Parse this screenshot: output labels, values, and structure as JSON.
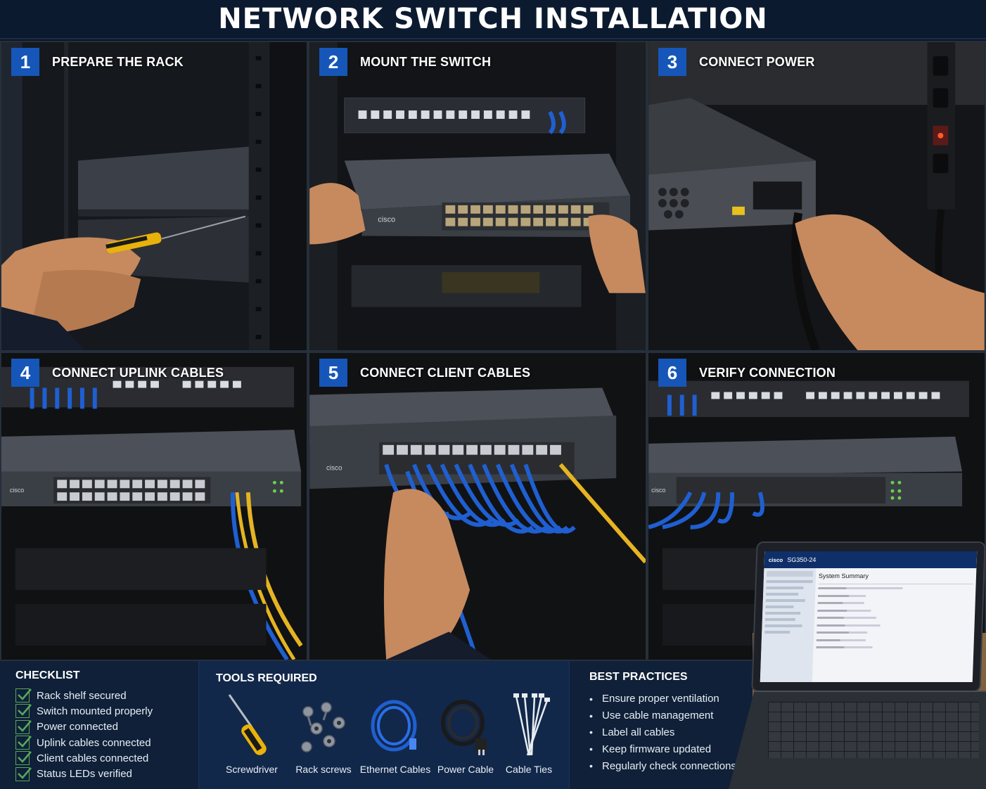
{
  "title": "NETWORK SWITCH INSTALLATION",
  "steps": [
    {
      "num": "1",
      "title": "PREPARE THE RACK"
    },
    {
      "num": "2",
      "title": "MOUNT THE SWITCH"
    },
    {
      "num": "3",
      "title": "CONNECT POWER"
    },
    {
      "num": "4",
      "title": "CONNECT UPLINK CABLES"
    },
    {
      "num": "5",
      "title": "CONNECT CLIENT CABLES"
    },
    {
      "num": "6",
      "title": "VERIFY CONNECTION"
    }
  ],
  "brand": "cisco",
  "checklist": {
    "title": "CHECKLIST",
    "items": [
      "Rack shelf secured",
      "Switch mounted properly",
      "Power connected",
      "Uplink cables connected",
      "Client cables connected",
      "Status LEDs verified"
    ]
  },
  "tools": {
    "title": "TOOLS REQUIRED",
    "items": [
      {
        "label": "Screwdriver",
        "icon": "screwdriver-icon"
      },
      {
        "label": "Rack screws",
        "icon": "rack-screws-icon"
      },
      {
        "label": "Ethernet Cables",
        "icon": "ethernet-cable-icon"
      },
      {
        "label": "Power Cable",
        "icon": "power-cable-icon"
      },
      {
        "label": "Cable Ties",
        "icon": "cable-ties-icon"
      }
    ]
  },
  "best_practices": {
    "title": "BEST PRACTICES",
    "items": [
      "Ensure proper ventilation",
      "Use cable management",
      "Label all cables",
      "Keep firmware updated",
      "Regularly check connections"
    ]
  },
  "laptop_screen": {
    "header": "SG350-24",
    "section": "System Summary"
  },
  "colors": {
    "accent_blue": "#1656b8",
    "cable_blue": "#1f5fd1",
    "cable_yellow": "#e6b422",
    "check_green": "#58a85c"
  }
}
